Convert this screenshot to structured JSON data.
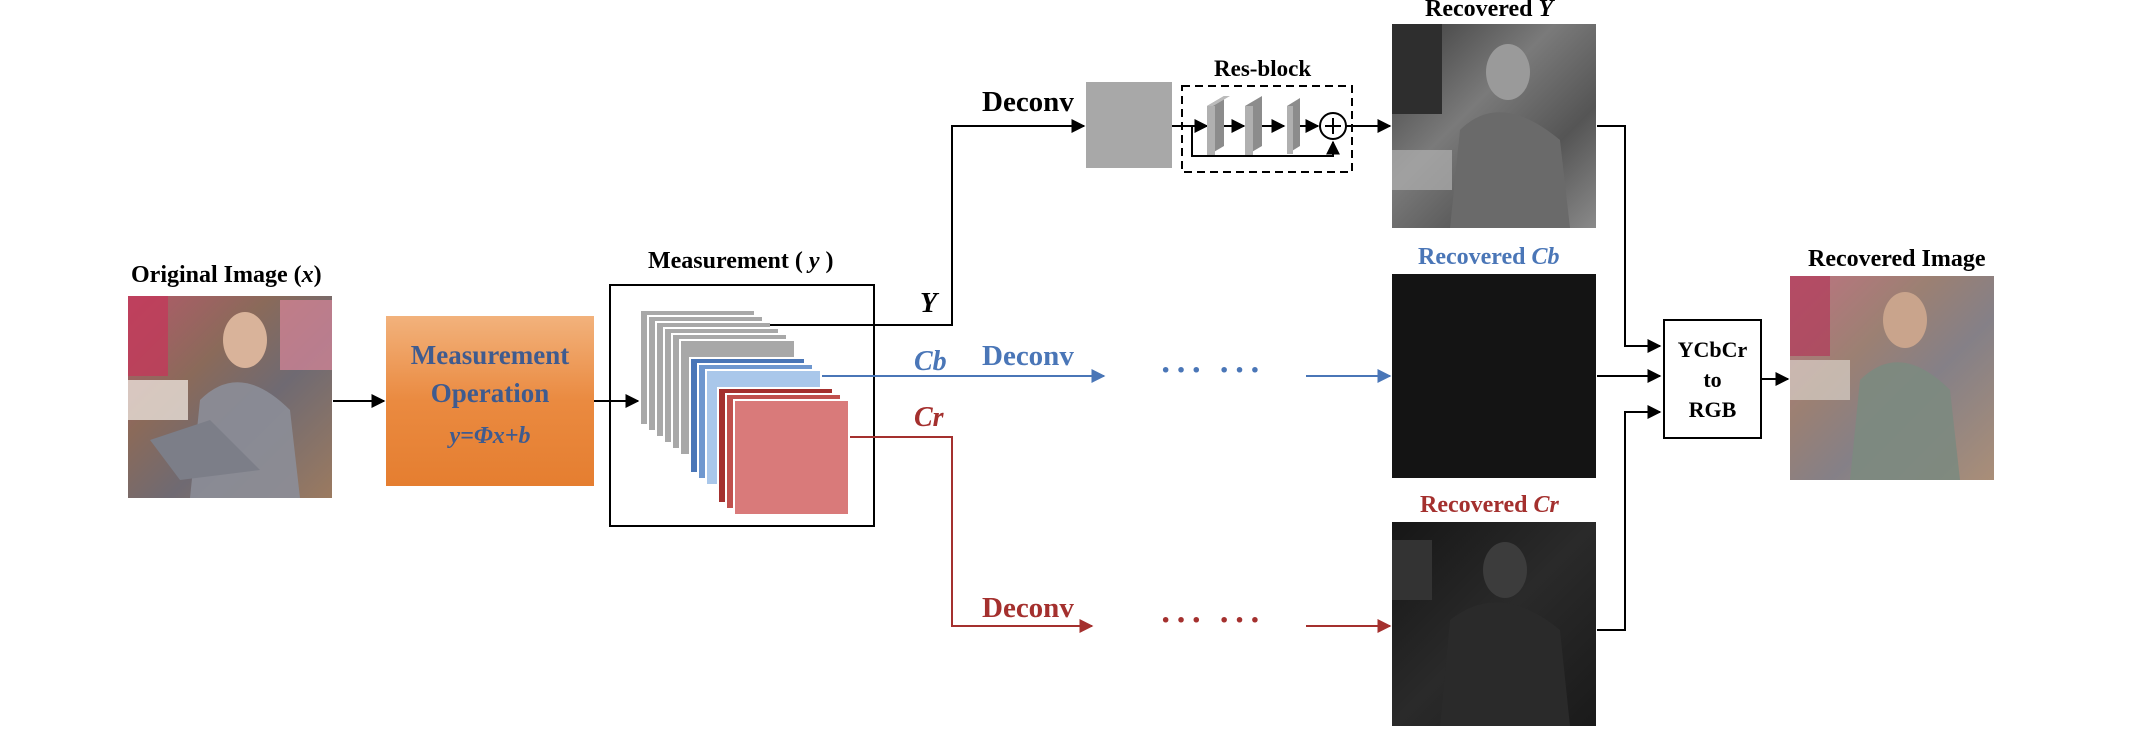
{
  "labels": {
    "original_image_text": "Original Image (",
    "original_image_var": "x",
    "original_image_close": ")",
    "measurement_op_line1": "Measurement",
    "measurement_op_line2": "Operation",
    "measurement_op_formula": "y=Φx+b",
    "measurement_text": "Measurement (",
    "measurement_var": "y",
    "measurement_close": ")",
    "channel_y": "Y",
    "channel_cb": "Cb",
    "channel_cr": "Cr",
    "deconv_y": "Deconv",
    "deconv_cb": "Deconv",
    "deconv_cr": "Deconv",
    "res_block": "Res-block",
    "ellipsis_cb": "··· ···",
    "ellipsis_cr": "··· ···",
    "recovered_y_text": "Recovered",
    "recovered_y_var": "Y",
    "recovered_cb_text": "Recovered",
    "recovered_cb_var": "Cb",
    "recovered_cr_text": "Recovered",
    "recovered_cr_var": "Cr",
    "converter_line1": "YCbCr",
    "converter_line2": "to",
    "converter_line3": "RGB",
    "recovered_image": "Recovered Image"
  },
  "colors": {
    "cb_blue": "#4a76b7",
    "cr_red": "#a4302e",
    "op_orange": "#e98b3f",
    "y_maps_gray": "#a8a8a8",
    "cb_maps_blue": "#a9c7ea",
    "cr_maps_red": "#d97a7a"
  }
}
